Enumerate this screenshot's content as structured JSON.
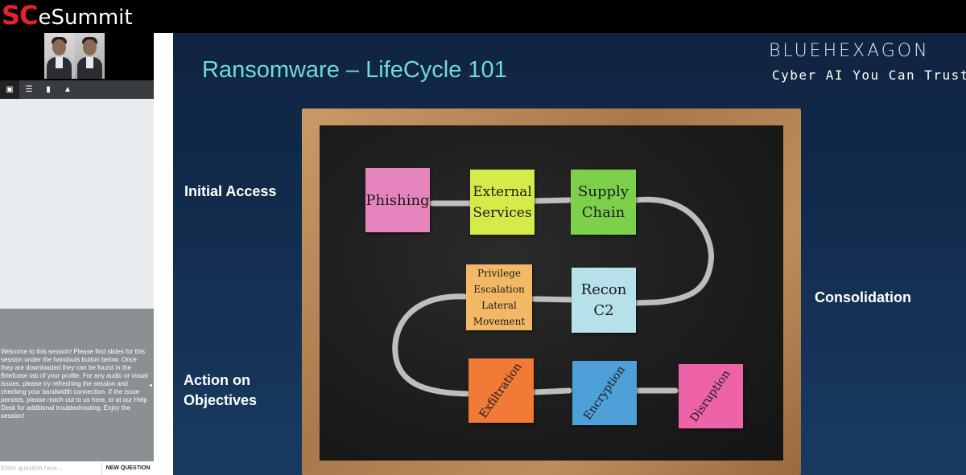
{
  "app": {
    "logo_sc": "SC",
    "logo_name": "eSummit"
  },
  "left_panel": {
    "tabs": [
      {
        "name": "chat-tab",
        "icon": "chat-bubbles-icon",
        "glyph": "▣"
      },
      {
        "name": "agenda-tab",
        "icon": "list-icon",
        "glyph": "☰"
      },
      {
        "name": "handouts-tab",
        "icon": "document-icon",
        "glyph": "▮"
      },
      {
        "name": "speaker-tab",
        "icon": "person-icon",
        "glyph": "▲"
      }
    ],
    "welcome_message": "Welcome to this session! Please find slides for this session under the handouts button below. Once they are downloaded they can be found in the Briefcase tab of your profile. For any audio or visual issues, please try refreshing the session and checking your bandwidth connection. If the issue persists, please reach out to us here, or at our Help Desk for additional troubleshooting. Enjoy the session!",
    "question_placeholder": "Enter question here...",
    "new_question_label": "NEW QUESTION"
  },
  "slide": {
    "title": "Ransomware – LifeCycle 101",
    "brand": "BLUEHEXAGON",
    "tagline": "Cyber AI You Can Trust",
    "labels": {
      "initial_access": [
        "Initial Access"
      ],
      "action_on_objectives": [
        "Action on",
        "Objectives"
      ],
      "consolidation": [
        "Consolidation"
      ]
    },
    "notes": [
      {
        "id": "phishing",
        "lines": [
          "Phishing"
        ],
        "color": "#e584bd"
      },
      {
        "id": "external",
        "lines": [
          "External",
          "Services"
        ],
        "color": "#d6ea4a"
      },
      {
        "id": "supply",
        "lines": [
          "Supply",
          "Chain"
        ],
        "color": "#7dd04a"
      },
      {
        "id": "privilege",
        "lines": [
          "Privilege",
          "Escalation",
          "Lateral",
          "Movement"
        ],
        "color": "#f2b866"
      },
      {
        "id": "recon",
        "lines": [
          "Recon",
          "C2"
        ],
        "color": "#b6e0ea"
      },
      {
        "id": "exfiltration",
        "lines": [
          "Exfiltration"
        ],
        "color": "#f07a36"
      },
      {
        "id": "encryption",
        "lines": [
          "Encryption"
        ],
        "color": "#4ea1d8"
      },
      {
        "id": "disruption",
        "lines": [
          "Disruption"
        ],
        "color": "#ee63a7"
      }
    ]
  }
}
